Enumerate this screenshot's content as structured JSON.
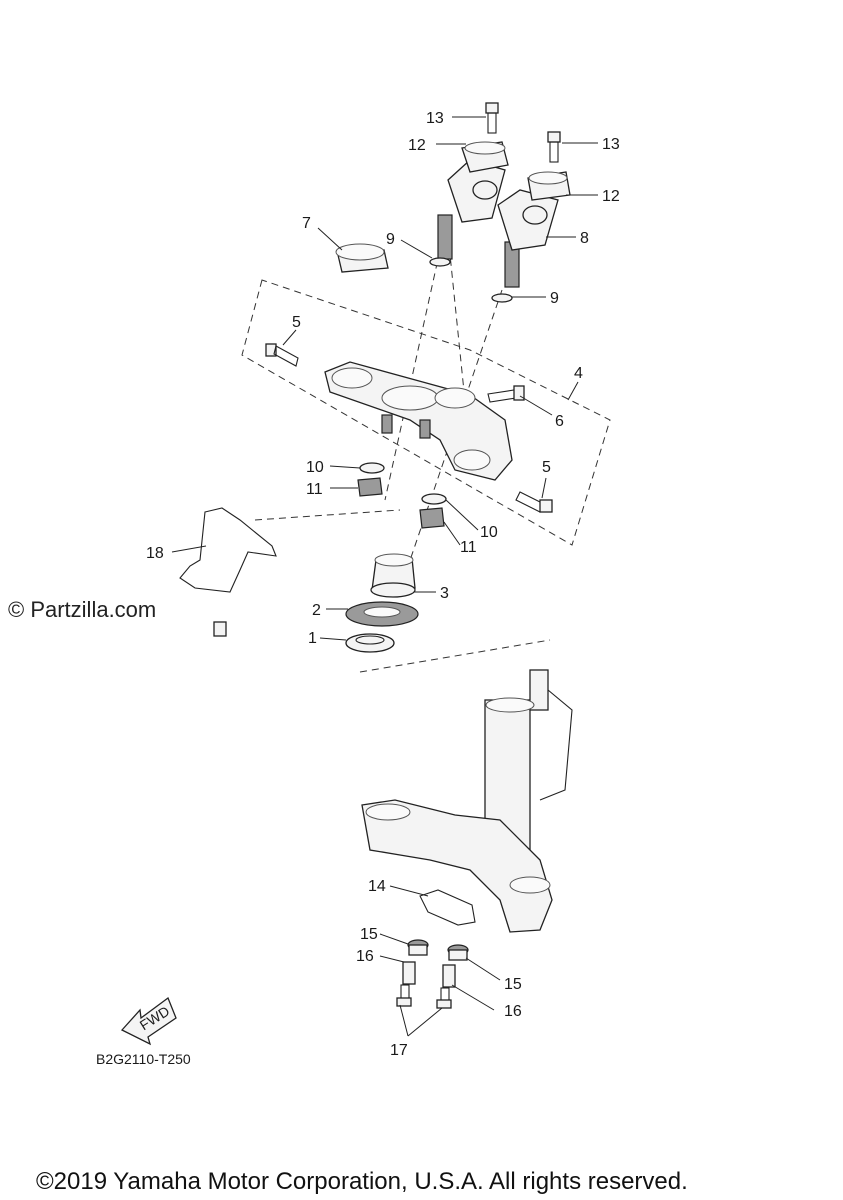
{
  "diagram": {
    "callouts": [
      "1",
      "2",
      "3",
      "4",
      "5",
      "5",
      "6",
      "7",
      "8",
      "9",
      "9",
      "10",
      "10",
      "11",
      "11",
      "12",
      "12",
      "13",
      "13",
      "14",
      "15",
      "15",
      "16",
      "16",
      "17",
      "18"
    ],
    "fwd_label": "FWD",
    "diagram_code": "B2G2110-T250",
    "watermark": "© Partzilla.com",
    "copyright": "©2019 Yamaha Motor Corporation, U.S.A. All rights reserved."
  }
}
